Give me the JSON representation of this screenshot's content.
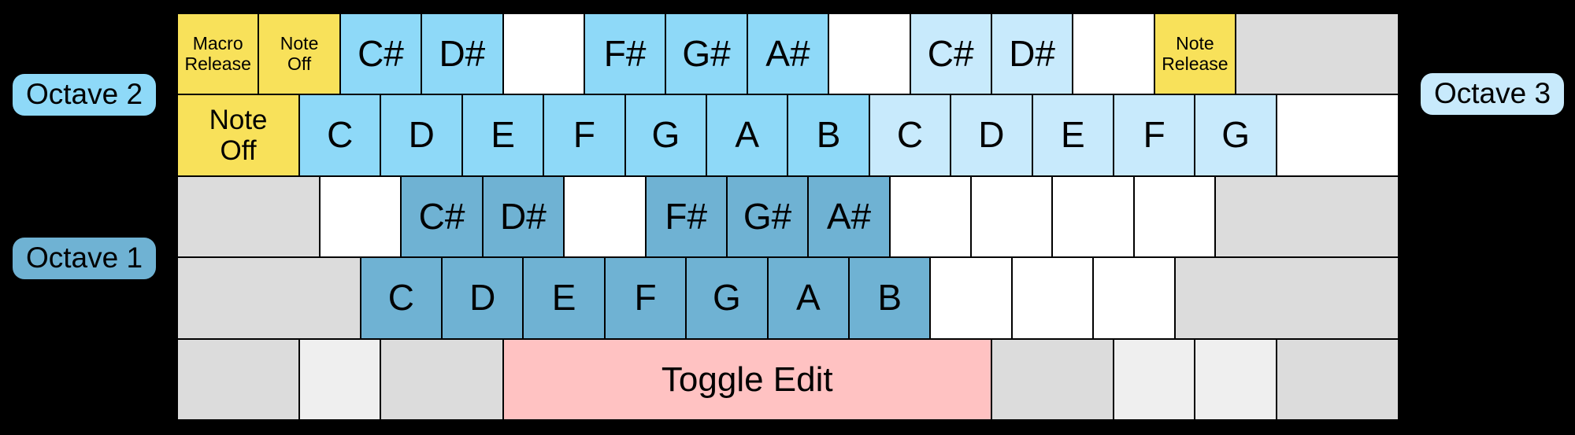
{
  "palette": {
    "yellow": "#F8E15A",
    "octave1": "#6FB2D3",
    "octave2": "#8ED9F8",
    "octave3": "#C8EAFC",
    "white": "#FFFFFF",
    "gray": "#DCDCDC",
    "gray_light": "#EFEFEF",
    "pink": "#FFC2C2",
    "background": "#000000",
    "key_border": "#000000",
    "text": "#000000"
  },
  "labels": {
    "octave1": "Octave 1",
    "octave2": "Octave 2",
    "octave3": "Octave 3"
  },
  "keyboard": {
    "rows": [
      {
        "name": "number-row",
        "keys": [
          {
            "label": "Macro\nRelease",
            "color": "yellow",
            "w": 1,
            "style": "small"
          },
          {
            "label": "Note\nOff",
            "color": "yellow",
            "w": 1,
            "style": "small"
          },
          {
            "label": "C#",
            "color": "octave2",
            "w": 1
          },
          {
            "label": "D#",
            "color": "octave2",
            "w": 1
          },
          {
            "label": "",
            "color": "white",
            "w": 1
          },
          {
            "label": "F#",
            "color": "octave2",
            "w": 1
          },
          {
            "label": "G#",
            "color": "octave2",
            "w": 1
          },
          {
            "label": "A#",
            "color": "octave2",
            "w": 1
          },
          {
            "label": "",
            "color": "white",
            "w": 1
          },
          {
            "label": "C#",
            "color": "octave3",
            "w": 1
          },
          {
            "label": "D#",
            "color": "octave3",
            "w": 1
          },
          {
            "label": "",
            "color": "white",
            "w": 1
          },
          {
            "label": "Note\nRelease",
            "color": "yellow",
            "w": 1,
            "style": "small"
          },
          {
            "label": "",
            "color": "gray",
            "w": 2
          }
        ]
      },
      {
        "name": "tab-row",
        "keys": [
          {
            "label": "Note\nOff",
            "color": "yellow",
            "w": 1.5,
            "style": "med"
          },
          {
            "label": "C",
            "color": "octave2",
            "w": 1
          },
          {
            "label": "D",
            "color": "octave2",
            "w": 1
          },
          {
            "label": "E",
            "color": "octave2",
            "w": 1
          },
          {
            "label": "F",
            "color": "octave2",
            "w": 1
          },
          {
            "label": "G",
            "color": "octave2",
            "w": 1
          },
          {
            "label": "A",
            "color": "octave2",
            "w": 1
          },
          {
            "label": "B",
            "color": "octave2",
            "w": 1
          },
          {
            "label": "C",
            "color": "octave3",
            "w": 1
          },
          {
            "label": "D",
            "color": "octave3",
            "w": 1
          },
          {
            "label": "E",
            "color": "octave3",
            "w": 1
          },
          {
            "label": "F",
            "color": "octave3",
            "w": 1
          },
          {
            "label": "G",
            "color": "octave3",
            "w": 1
          },
          {
            "label": "",
            "color": "white",
            "w": 1.5
          }
        ]
      },
      {
        "name": "home-row",
        "keys": [
          {
            "label": "",
            "color": "gray",
            "w": 1.75
          },
          {
            "label": "",
            "color": "white",
            "w": 1
          },
          {
            "label": "C#",
            "color": "octave1",
            "w": 1
          },
          {
            "label": "D#",
            "color": "octave1",
            "w": 1
          },
          {
            "label": "",
            "color": "white",
            "w": 1
          },
          {
            "label": "F#",
            "color": "octave1",
            "w": 1
          },
          {
            "label": "G#",
            "color": "octave1",
            "w": 1
          },
          {
            "label": "A#",
            "color": "octave1",
            "w": 1
          },
          {
            "label": "",
            "color": "white",
            "w": 1
          },
          {
            "label": "",
            "color": "white",
            "w": 1
          },
          {
            "label": "",
            "color": "white",
            "w": 1
          },
          {
            "label": "",
            "color": "white",
            "w": 1
          },
          {
            "label": "",
            "color": "gray",
            "w": 2.25
          }
        ]
      },
      {
        "name": "lower-letter-row",
        "keys": [
          {
            "label": "",
            "color": "gray",
            "w": 2.25
          },
          {
            "label": "C",
            "color": "octave1",
            "w": 1
          },
          {
            "label": "D",
            "color": "octave1",
            "w": 1
          },
          {
            "label": "E",
            "color": "octave1",
            "w": 1
          },
          {
            "label": "F",
            "color": "octave1",
            "w": 1
          },
          {
            "label": "G",
            "color": "octave1",
            "w": 1
          },
          {
            "label": "A",
            "color": "octave1",
            "w": 1
          },
          {
            "label": "B",
            "color": "octave1",
            "w": 1
          },
          {
            "label": "",
            "color": "white",
            "w": 1
          },
          {
            "label": "",
            "color": "white",
            "w": 1
          },
          {
            "label": "",
            "color": "white",
            "w": 1
          },
          {
            "label": "",
            "color": "gray",
            "w": 2.75
          }
        ]
      },
      {
        "name": "modifier-row",
        "keys": [
          {
            "label": "",
            "color": "gray",
            "w": 1.5
          },
          {
            "label": "",
            "color": "gray_light",
            "w": 1
          },
          {
            "label": "",
            "color": "gray",
            "w": 1.5
          },
          {
            "label": "Toggle Edit",
            "color": "pink",
            "w": 6,
            "style": "space"
          },
          {
            "label": "",
            "color": "gray",
            "w": 1.5
          },
          {
            "label": "",
            "color": "gray_light",
            "w": 1
          },
          {
            "label": "",
            "color": "gray_light",
            "w": 1
          },
          {
            "label": "",
            "color": "gray",
            "w": 1.5
          }
        ]
      }
    ]
  }
}
